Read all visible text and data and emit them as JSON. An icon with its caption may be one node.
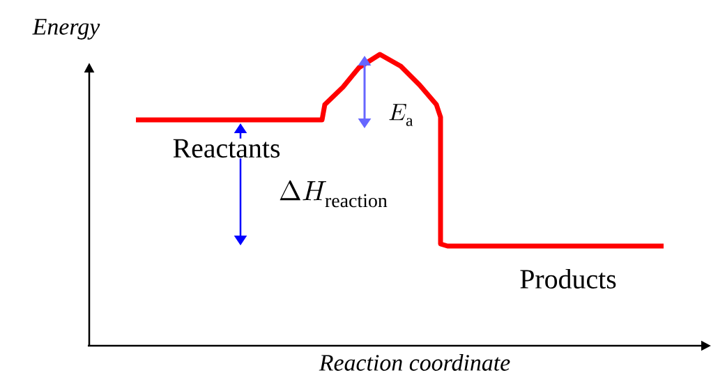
{
  "diagram": {
    "labels": [
      "*Energy*",
      "E_{\\mathrm{a}}",
      "Reactants",
      "\\Delta H_{\\mathrm{reaction}}",
      "Products",
      "*Reaction coordinate*"
    ]
  }
}
